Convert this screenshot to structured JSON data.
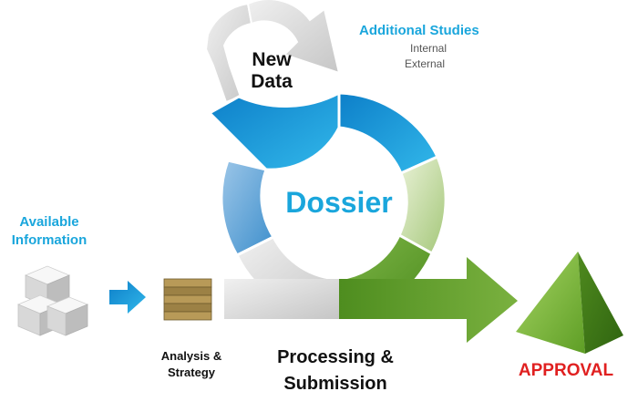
{
  "diagram": {
    "available_information": "Available Information",
    "new_data": "New Data",
    "additional_studies": "Additional Studies",
    "internal": "Internal",
    "external": "External",
    "center_label": "Dossier",
    "analysis_strategy": "Analysis & Strategy",
    "processing_submission": "Processing & Submission",
    "approval": "APPROVAL"
  },
  "colors": {
    "blue": "#1aa6dc",
    "green": "#5a9a2a",
    "gray": "#d4d4d4",
    "approval_red": "#e02020"
  },
  "icons": [
    "cubes-icon",
    "arrow-right-icon",
    "document-stack-icon",
    "pyramid-icon"
  ]
}
